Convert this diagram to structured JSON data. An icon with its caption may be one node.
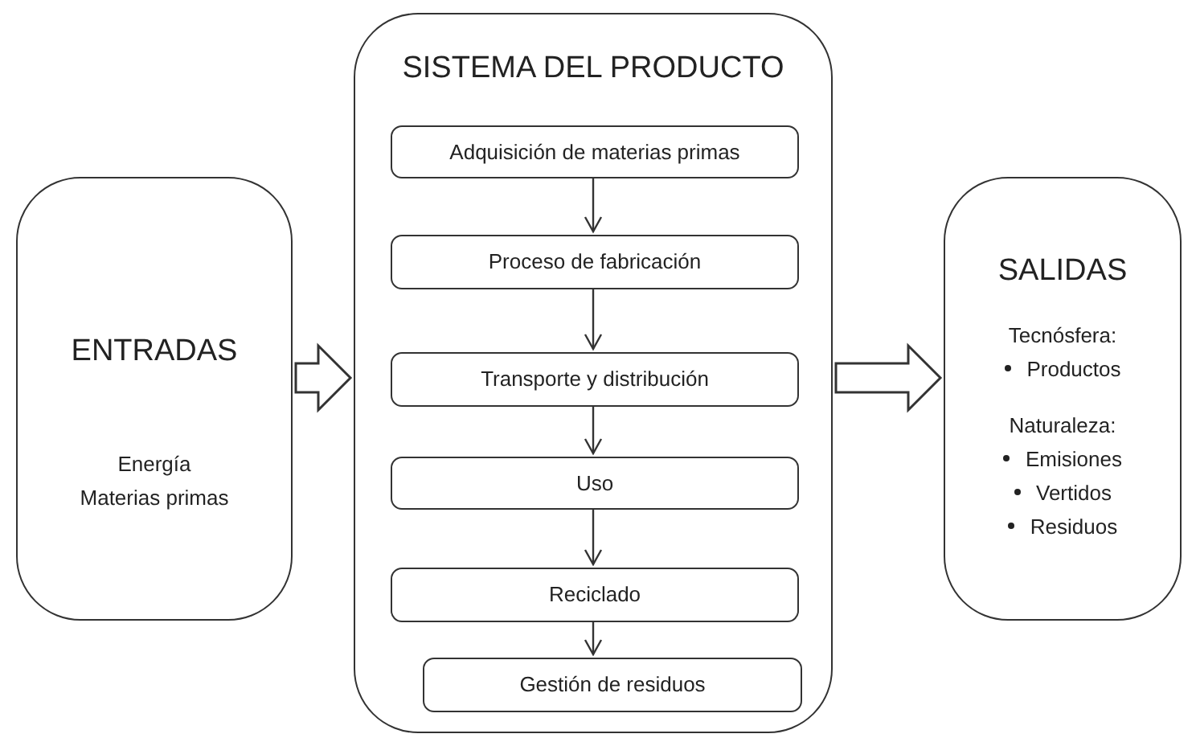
{
  "diagram": {
    "nodes": [
      {
        "text": [
          "ENTRADAS",
          "Energía",
          "Materias primas"
        ]
      },
      {
        "text": [
          "SISTEMA DEL PRODUCTO"
        ]
      },
      {
        "text": [
          "Adquisición de materias primas"
        ],
        "in": 1
      },
      {
        "text": [
          "Proceso de fabricación"
        ],
        "in": 1
      },
      {
        "text": [
          "Transporte y distribución"
        ],
        "in": 1
      },
      {
        "text": [
          "Uso"
        ],
        "in": 1
      },
      {
        "text": [
          "Reciclado"
        ],
        "in": 1
      },
      {
        "text": [
          "Gestión de residuos"
        ],
        "in": 1
      },
      {
        "text": [
          "SALIDAS",
          "Tecnósfera:",
          "Productos",
          "Naturaleza:",
          "Emisiones",
          "Vertidos",
          "Residuos"
        ]
      }
    ],
    "edges": [
      {
        "from": 0,
        "to": 1,
        "arrow": "to",
        "style": "thick"
      },
      {
        "from": 1,
        "to": 8,
        "arrow": "to",
        "style": "thick"
      },
      {
        "from": 2,
        "to": 3,
        "arrow": "to"
      },
      {
        "from": 3,
        "to": 4,
        "arrow": "to"
      },
      {
        "from": 4,
        "to": 5,
        "arrow": "to"
      },
      {
        "from": 5,
        "to": 6,
        "arrow": "to"
      },
      {
        "from": 6,
        "to": 7,
        "arrow": "to"
      }
    ]
  }
}
